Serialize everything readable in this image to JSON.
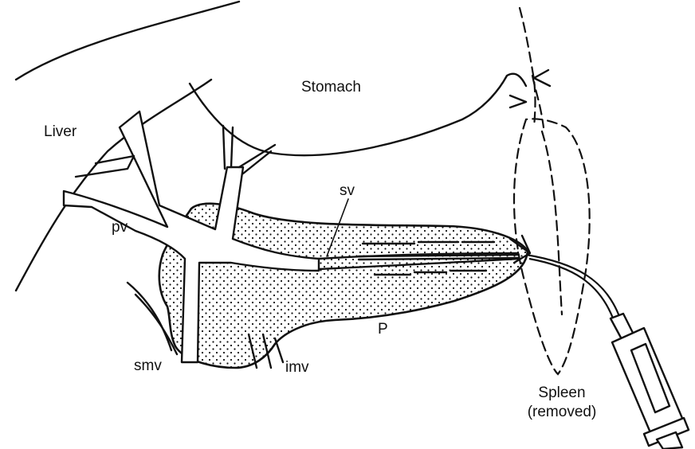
{
  "labels": {
    "stomach": "Stomach",
    "liver": "Liver",
    "pv": "pv",
    "sv": "sv",
    "smv": "smv",
    "imv": "imv",
    "p": "P",
    "spleen_line1": "Spleen",
    "spleen_line2": "(removed)"
  },
  "colors": {
    "ink": "#111111",
    "background": "#ffffff"
  }
}
